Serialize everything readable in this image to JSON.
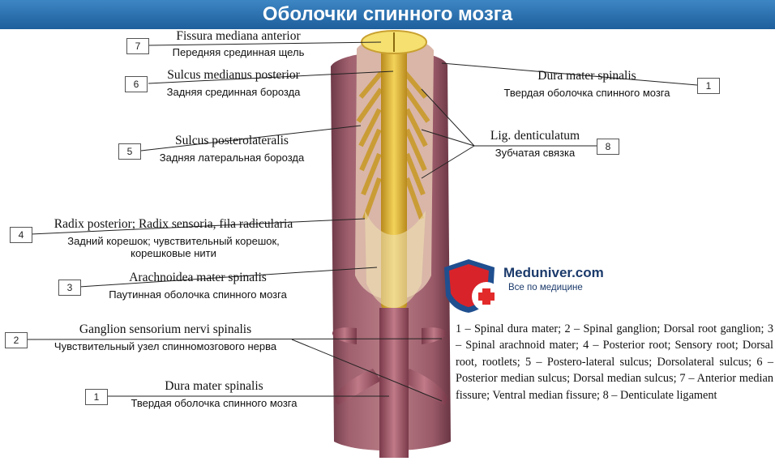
{
  "title": "Оболочки спинного мозга",
  "labels": [
    {
      "num": "7",
      "latin": "Fissura mediana anterior",
      "russian": "Передняя срединная щель"
    },
    {
      "num": "6",
      "latin": "Sulcus medianus posterior",
      "russian": "Задняя срединная борозда"
    },
    {
      "num": "5",
      "latin": "Sulcus posterolateralis",
      "russian": "Задняя латеральная борозда"
    },
    {
      "num": "4",
      "latin": "Radix posterior; Radix sensoria, fila radicularia",
      "russian": "Задний корешок; чувствительный корешок,",
      "russian2": "корешковые нити"
    },
    {
      "num": "3",
      "latin": "Arachnoidea mater spinalis",
      "russian": "Паутинная оболочка спинного мозга"
    },
    {
      "num": "2",
      "latin": "Ganglion sensorium nervi spinalis",
      "russian": "Чувствительный узел спинномозгового нерва"
    },
    {
      "num": "1",
      "latin": "Dura mater spinalis",
      "russian": "Твердая оболочка спинного мозга"
    }
  ],
  "right_labels": [
    {
      "num": "1",
      "latin": "Dura mater spinalis",
      "russian": "Твердая оболочка спинного мозга"
    },
    {
      "num": "8",
      "latin": "Lig. denticulatum",
      "russian": "Зубчатая связка"
    }
  ],
  "logo": {
    "name": "Meduniver.com",
    "tagline": "Все по медицине"
  },
  "legend": "1 – Spinal dura mater; 2 – Spinal ganglion; Dorsal root ganglion; 3 – Spinal arachnoid mater; 4 – Posterior root; Sensory root; Dorsal root, rootlets; 5 – Postero-lateral sulcus; Dorsolateral sulcus; 6 – Posterior median sulcus; Dorsal median sulcus; 7 – Anterior median fissure; Ventral median fissure; 8 – Denticulate ligament"
}
